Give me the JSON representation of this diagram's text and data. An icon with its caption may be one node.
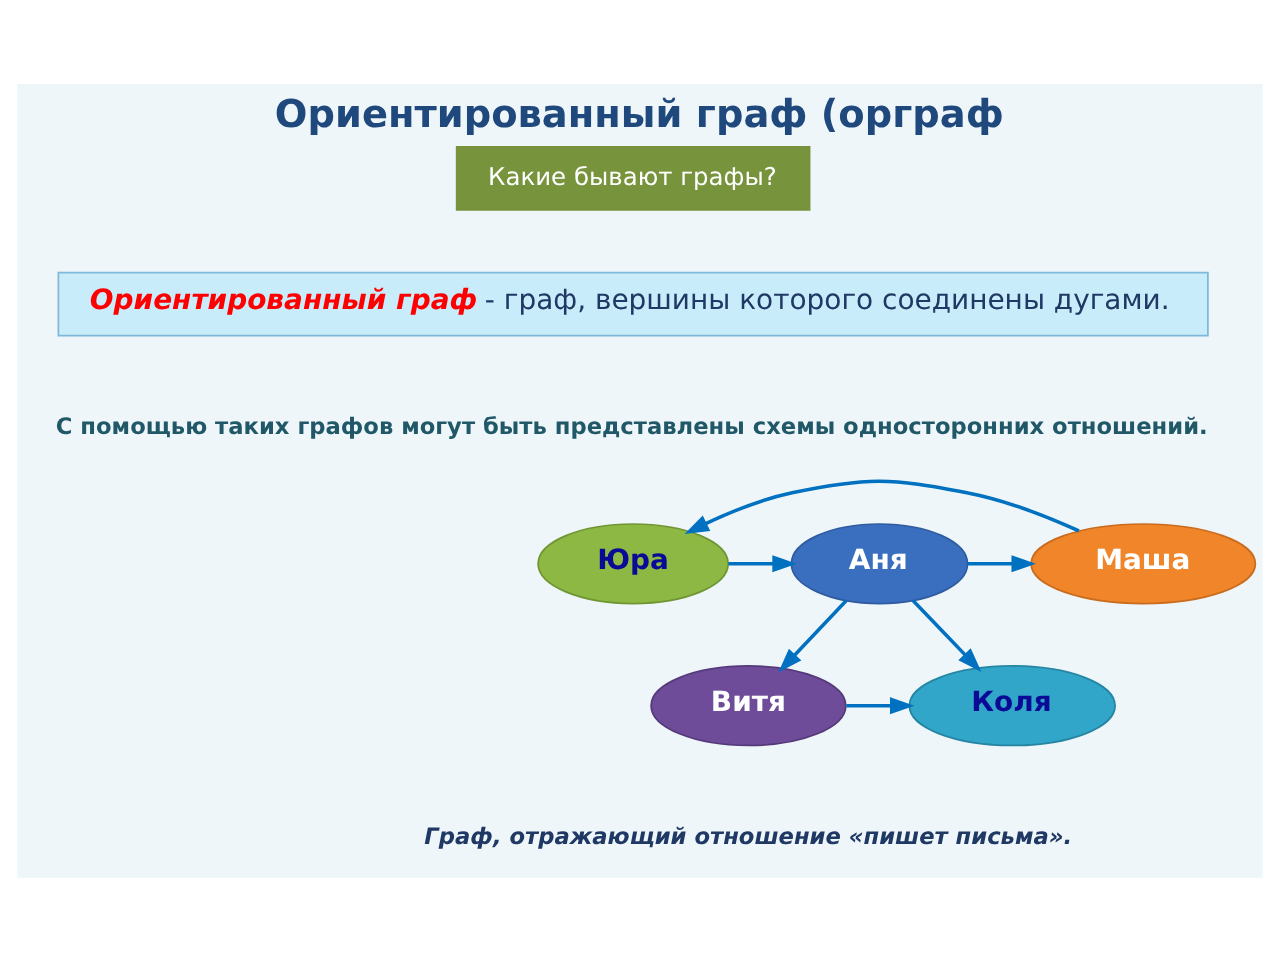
{
  "diagram": {
    "title": "Ориентированный граф (орграф",
    "caption": "Граф, отражающий отношение «пишет письма».",
    "nodes": [
      {
        "text": [
          "**Ориентированный граф** - граф, вершины которого соединены дугами."
        ]
      },
      {
        "text": [
          "Юра"
        ]
      },
      {
        "text": [
          "Аня"
        ]
      },
      {
        "text": [
          "Маша"
        ]
      },
      {
        "text": [
          "Витя"
        ]
      },
      {
        "text": [
          "Коля"
        ]
      }
    ],
    "edges": [
      {
        "from": 3,
        "to": 1,
        "arrow": "to"
      },
      {
        "from": 1,
        "to": 2,
        "arrow": "to"
      },
      {
        "from": 2,
        "to": 3,
        "arrow": "to"
      },
      {
        "from": 2,
        "to": 5,
        "arrow": "to"
      },
      {
        "from": 2,
        "to": 4,
        "arrow": "to"
      },
      {
        "from": 4,
        "to": 5,
        "arrow": "to"
      }
    ],
    "labels": [
      "Какие бывают графы?",
      "С помощью таких графов могут быть представлены схемы односторонних отношений."
    ]
  }
}
